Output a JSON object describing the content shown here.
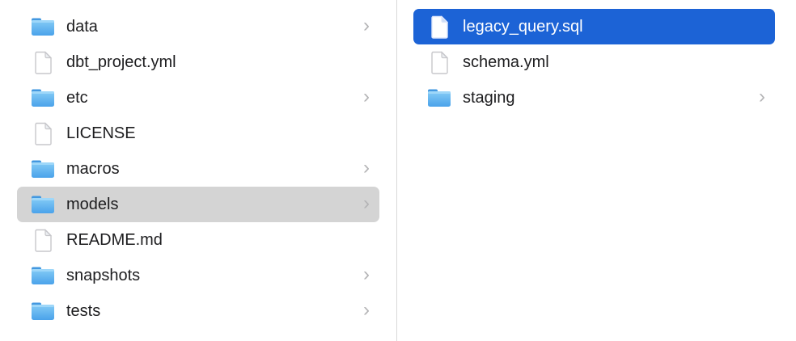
{
  "window": {
    "app": "Finder",
    "view": "column-view"
  },
  "colors": {
    "selection_blue": "#1c63d6",
    "selection_gray": "#d4d4d4",
    "divider": "#d9d9d9",
    "text": "#1d1d1f",
    "selected_text": "#ffffff",
    "chevron": "#b4b4b6",
    "folder_blue_top": "#85ccf6",
    "folder_blue_bottom": "#4aa2ea"
  },
  "icons": {
    "chevron_right": "›",
    "folder_icon": "folder-icon",
    "file_icon": "file-icon"
  },
  "columns": [
    {
      "name": "left-column",
      "items": [
        {
          "label": "data",
          "type": "folder",
          "chevron": true,
          "selected": false
        },
        {
          "label": "dbt_project.yml",
          "type": "file",
          "chevron": false,
          "selected": false
        },
        {
          "label": "etc",
          "type": "folder",
          "chevron": true,
          "selected": false
        },
        {
          "label": "LICENSE",
          "type": "file",
          "chevron": false,
          "selected": false
        },
        {
          "label": "macros",
          "type": "folder",
          "chevron": true,
          "selected": false
        },
        {
          "label": "models",
          "type": "folder",
          "chevron": true,
          "selected": true,
          "selection_style": "gray"
        },
        {
          "label": "README.md",
          "type": "file",
          "chevron": false,
          "selected": false
        },
        {
          "label": "snapshots",
          "type": "folder",
          "chevron": true,
          "selected": false
        },
        {
          "label": "tests",
          "type": "folder",
          "chevron": true,
          "selected": false
        }
      ]
    },
    {
      "name": "right-column",
      "items": [
        {
          "label": "legacy_query.sql",
          "type": "file",
          "chevron": false,
          "selected": true,
          "selection_style": "blue"
        },
        {
          "label": "schema.yml",
          "type": "file",
          "chevron": false,
          "selected": false
        },
        {
          "label": "staging",
          "type": "folder",
          "chevron": true,
          "selected": false
        }
      ]
    }
  ]
}
